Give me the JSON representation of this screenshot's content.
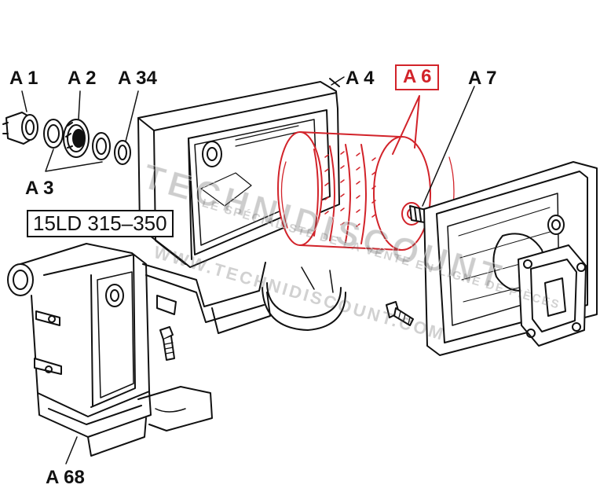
{
  "callouts": {
    "a1": "A 1",
    "a2": "A 2",
    "a34": "A 34",
    "a3": "A 3",
    "a4": "A 4",
    "a6": "A 6",
    "a7": "A 7",
    "a68": "A 68"
  },
  "model_label": "15LD 315–350",
  "watermark": {
    "brand": "TECHNIDISCOUNT",
    "tagline": "LE SPÉCIALISTE DE LA VENTE EN LIGNE DE PIÈCES",
    "url": "WWW.TECHNIDISCOUNT.COM"
  },
  "colors": {
    "line": "#111111",
    "highlight": "#d2232a",
    "watermark": "#5a5a5a"
  }
}
